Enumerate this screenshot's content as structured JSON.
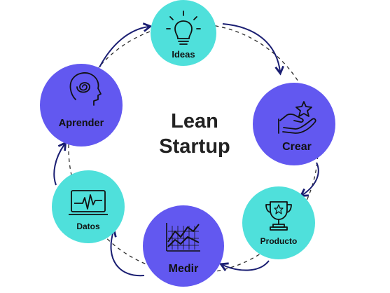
{
  "title": {
    "line1": "Lean",
    "line2": "Startup"
  },
  "nodes": {
    "ideas": "Ideas",
    "crear": "Crear",
    "producto": "Producto",
    "medir": "Medir",
    "datos": "Datos",
    "aprender": "Aprender"
  },
  "icons": {
    "ideas": "lightbulb-icon",
    "crear": "hand-star-icon",
    "producto": "trophy-icon",
    "medir": "chart-icon",
    "datos": "monitor-pulse-icon",
    "aprender": "head-brain-icon"
  },
  "colors": {
    "teal": "#4FE0DB",
    "purple": "#6258F0",
    "arrow": "#1A1E72",
    "dashed": "#2A2A2A",
    "icon": "#111111"
  }
}
